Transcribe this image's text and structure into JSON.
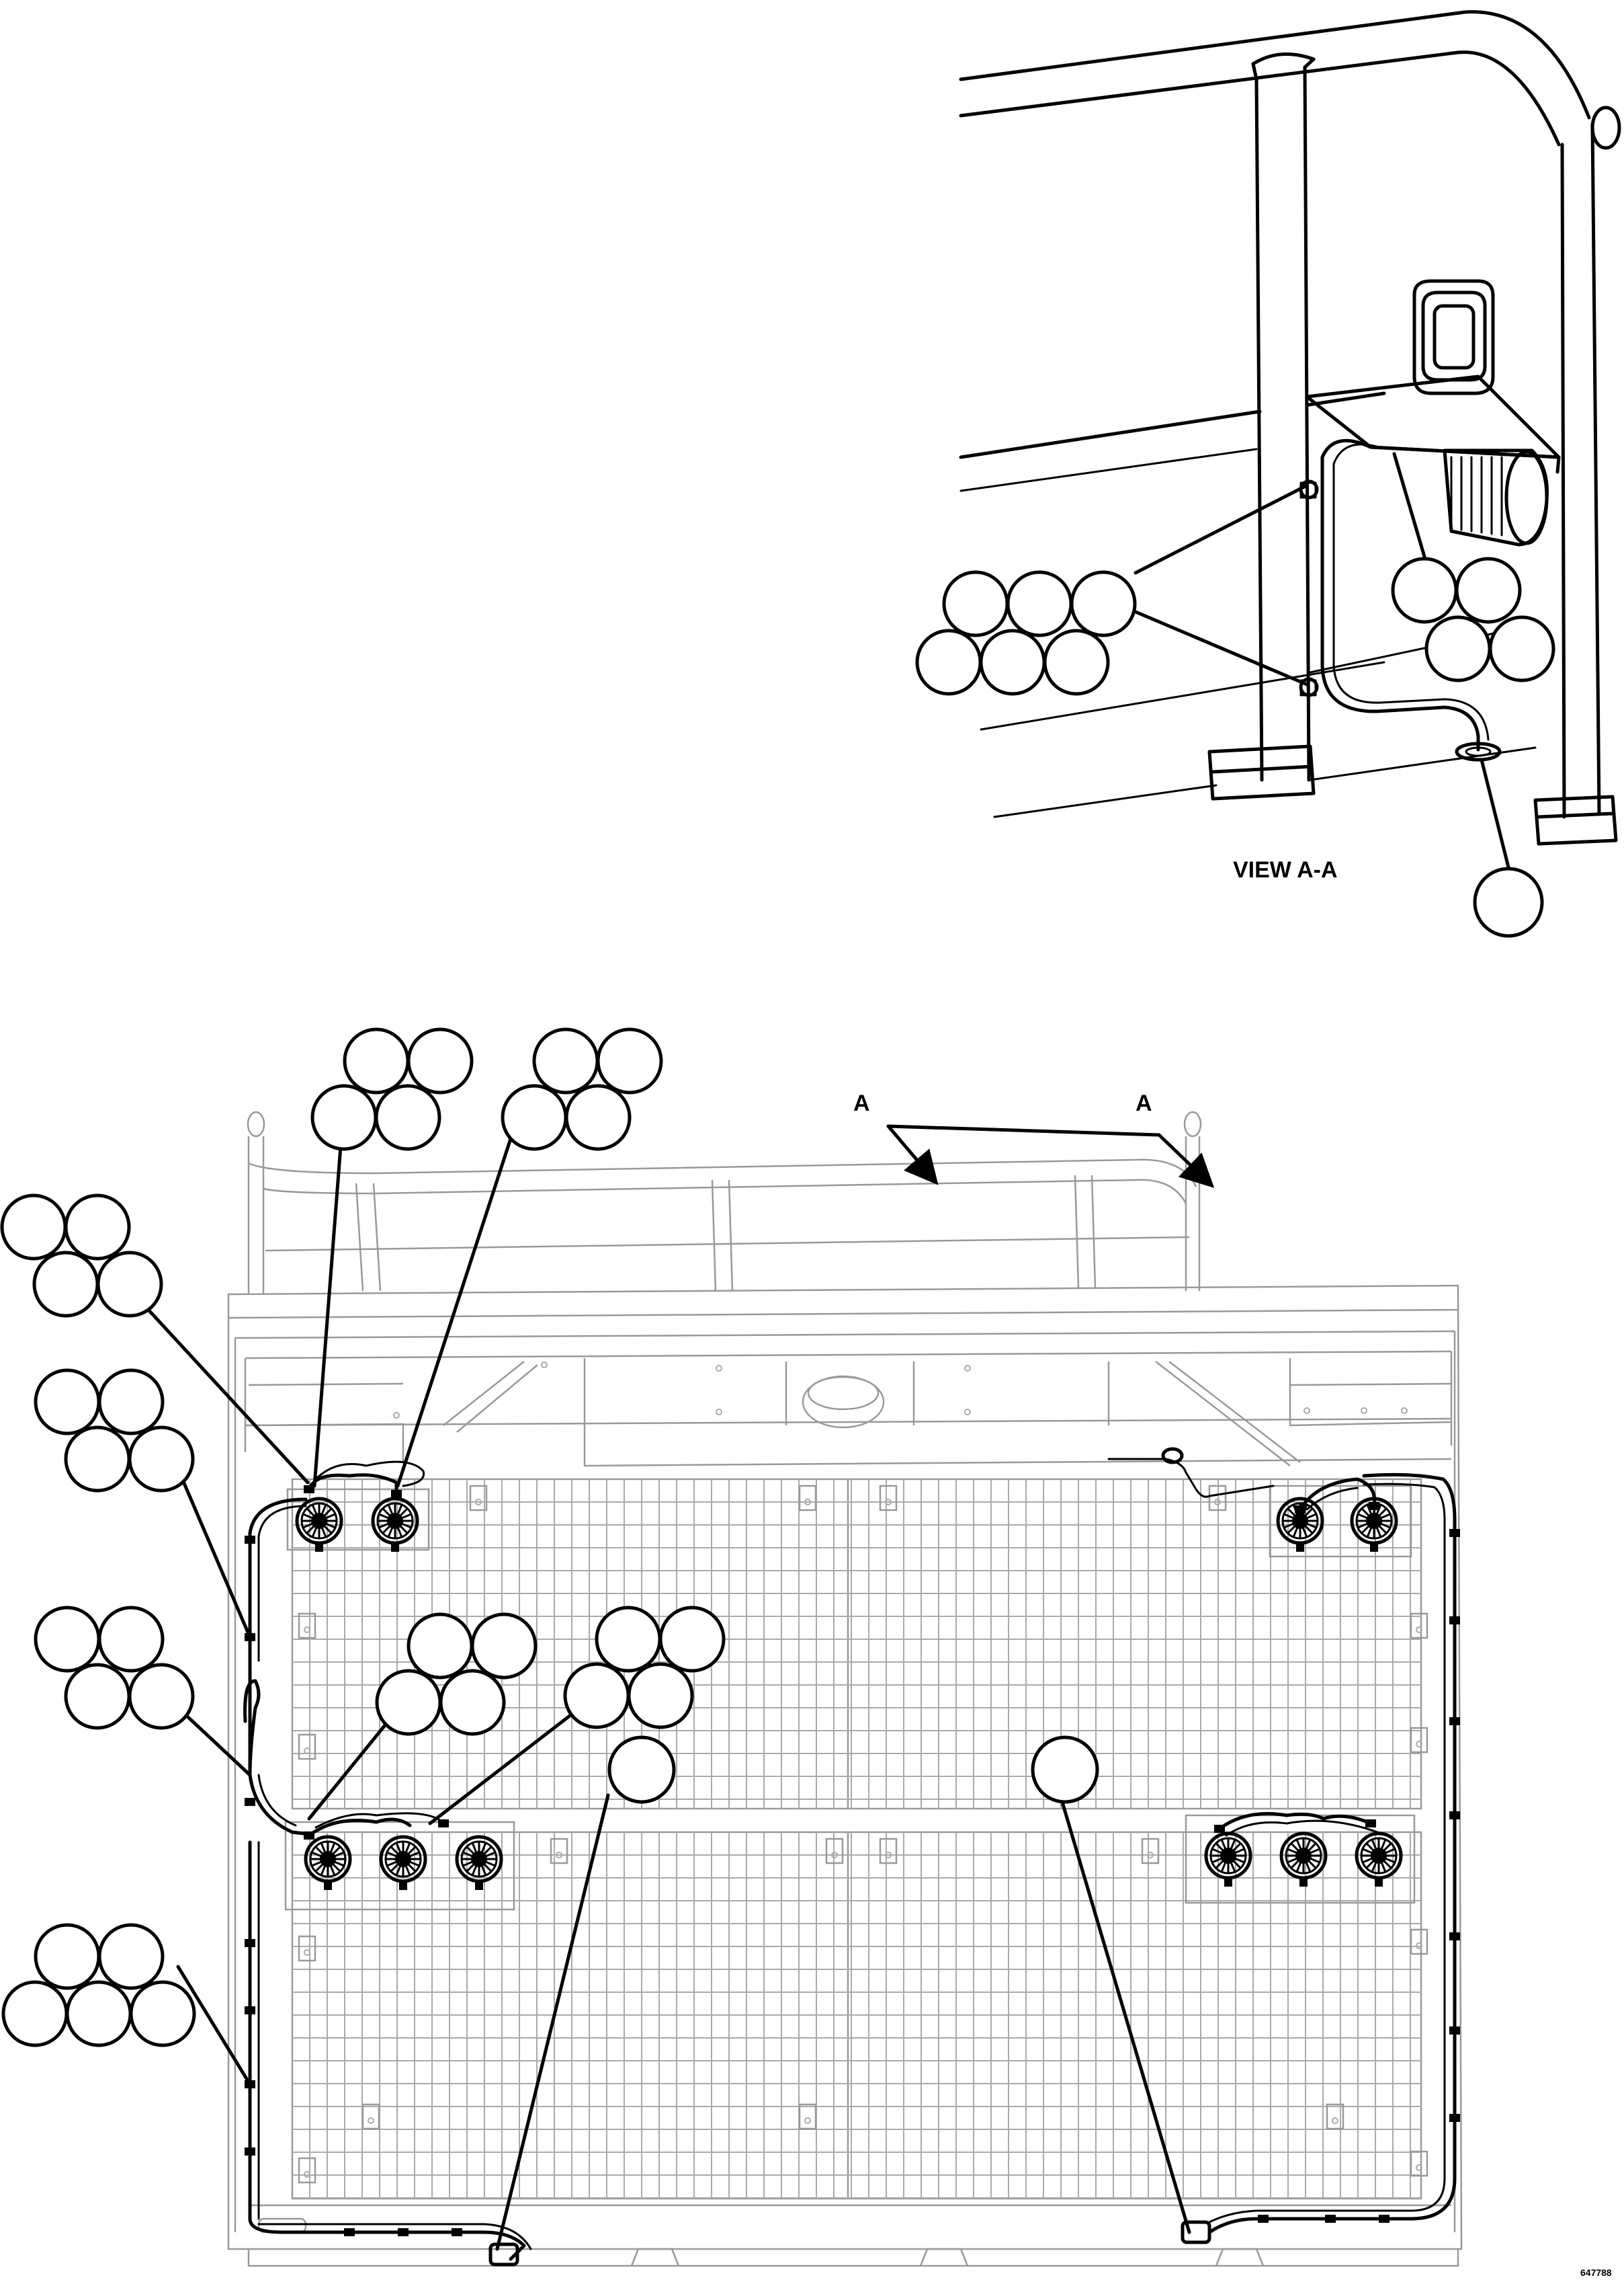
{
  "view_title": "VIEW A-A",
  "section_letter_left": "A",
  "section_letter_right": "A",
  "drawing_number": "647788"
}
